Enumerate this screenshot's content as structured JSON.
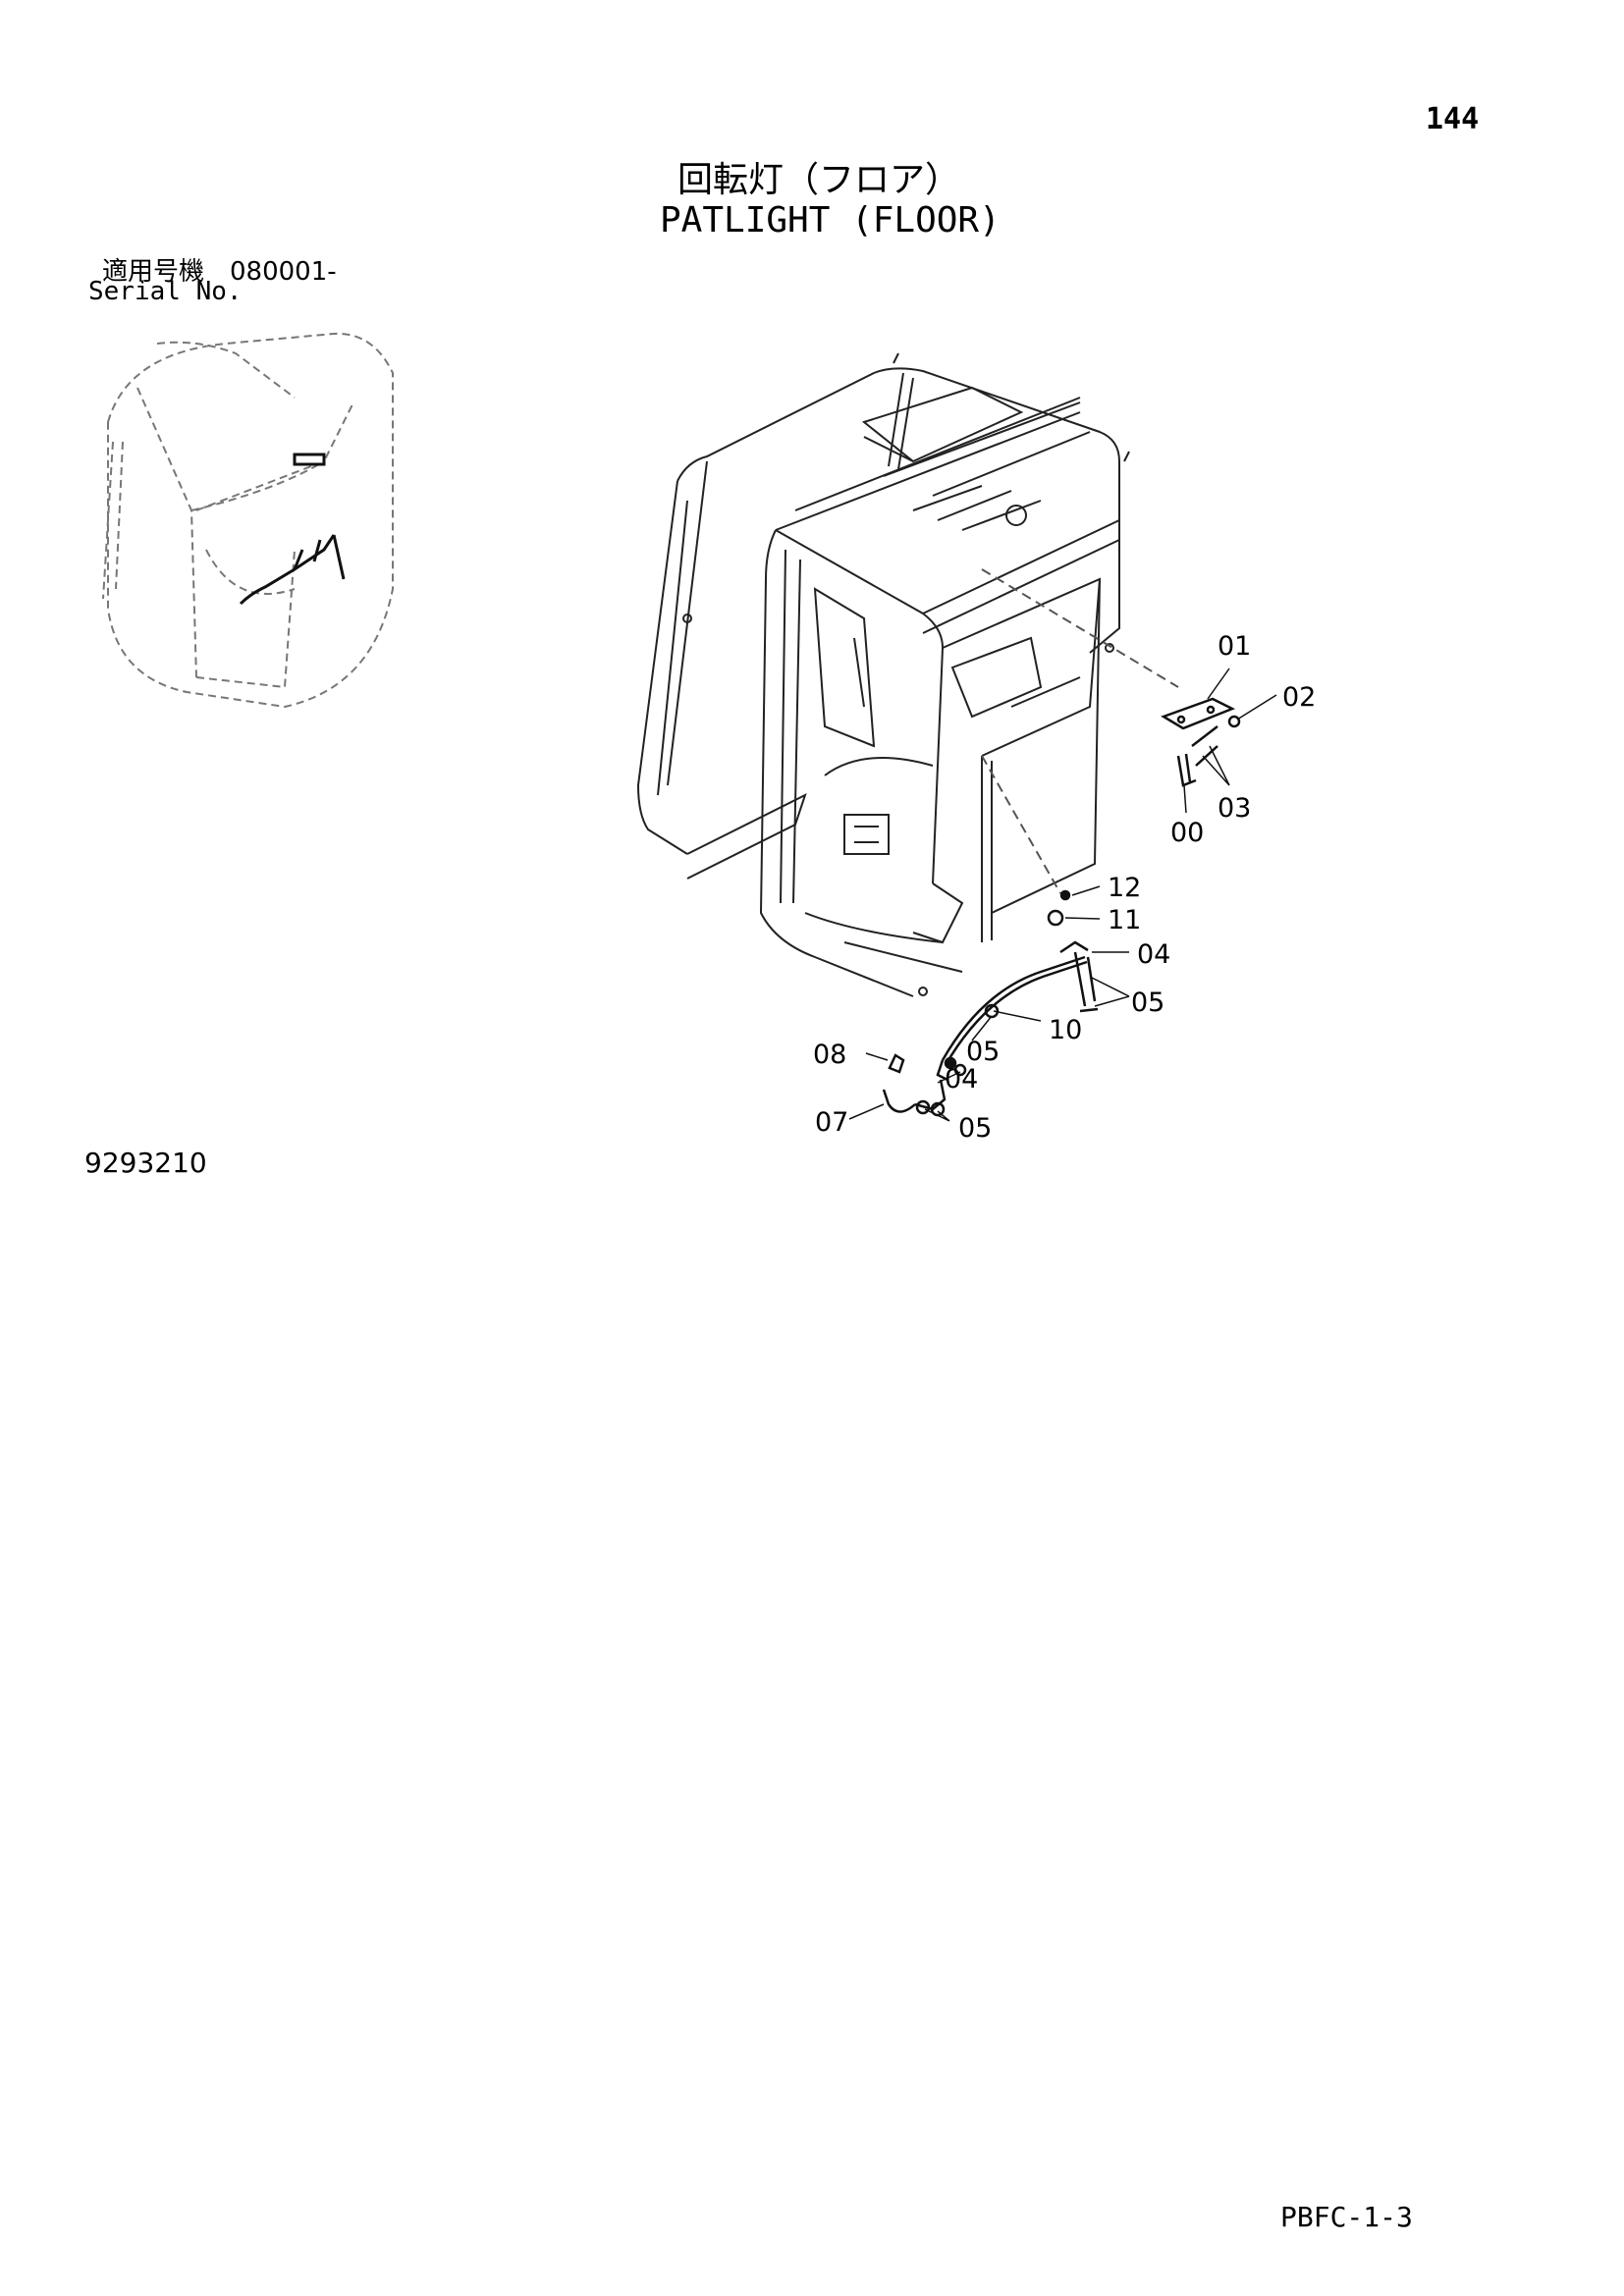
{
  "page_number": "144",
  "title_jp": "回転灯（フロア）",
  "title_en": "PATLIGHT (FLOOR)",
  "serial_label_jp": "適用号機　080001-",
  "serial_label_en": "Serial No.",
  "drawing_number": "9293210",
  "footer_code": "PBFC-1-3",
  "callouts": [
    "01",
    "02",
    "00",
    "03",
    "12",
    "11",
    "04",
    "05",
    "10",
    "05",
    "08",
    "04",
    "07",
    "05"
  ]
}
